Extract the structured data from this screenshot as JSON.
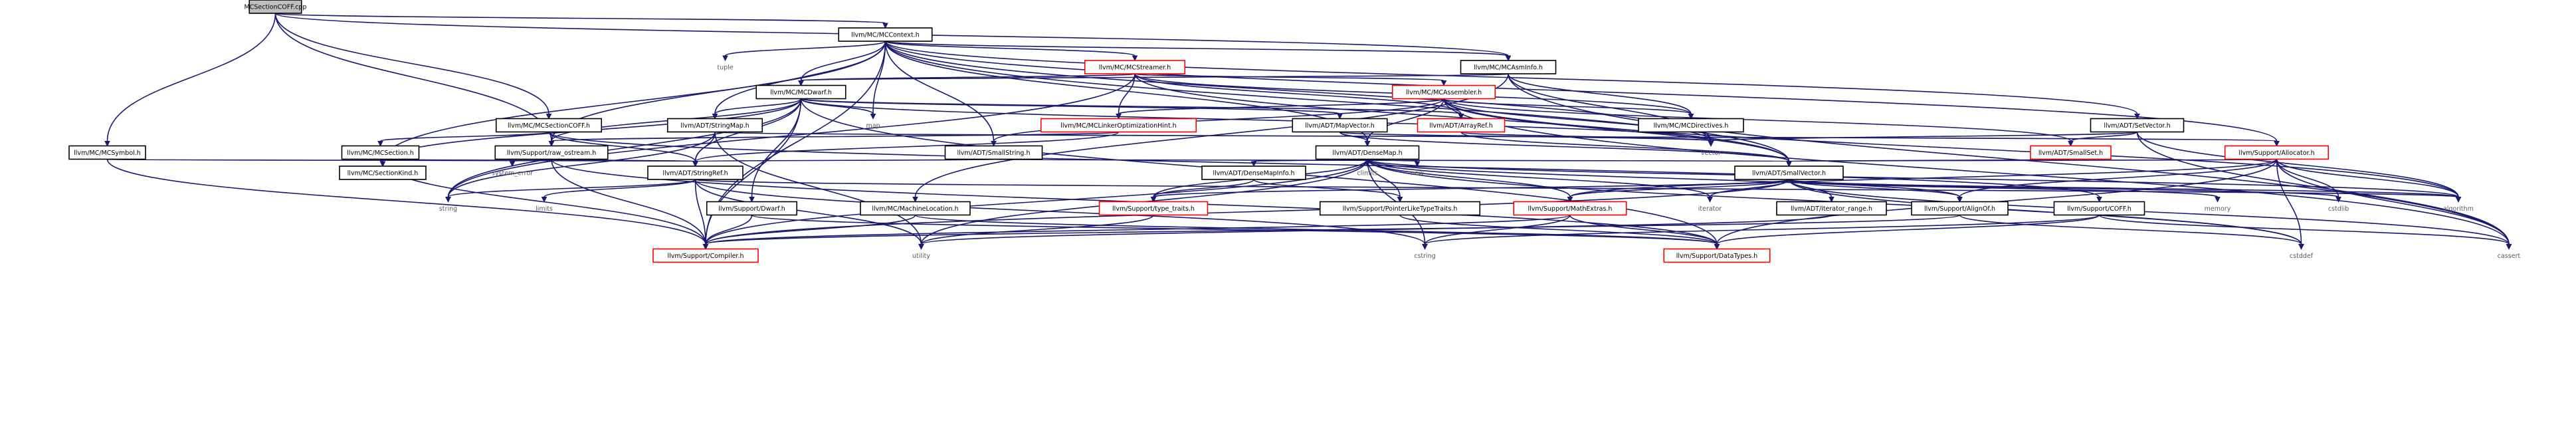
{
  "root": "MCSectionCOFF.cpp",
  "nodes": [
    {
      "id": "cpp",
      "label": "MCSectionCOFF.cpp",
      "style": "root"
    },
    {
      "id": "mccontext",
      "label": "llvm/MC/MCContext.h",
      "style": "plain"
    },
    {
      "id": "tuple",
      "label": "tuple",
      "style": "sys"
    },
    {
      "id": "mcstreamer",
      "label": "llvm/MC/MCStreamer.h",
      "style": "red"
    },
    {
      "id": "mcasminfo",
      "label": "llvm/MC/MCAsmInfo.h",
      "style": "plain"
    },
    {
      "id": "mcdwarf",
      "label": "llvm/MC/MCDwarf.h",
      "style": "plain"
    },
    {
      "id": "map",
      "label": "map",
      "style": "sys"
    },
    {
      "id": "mcassembler",
      "label": "llvm/MC/MCAssembler.h",
      "style": "red"
    },
    {
      "id": "mcsymbol",
      "label": "llvm/MC/MCSymbol.h",
      "style": "plain"
    },
    {
      "id": "mcsectioncoff",
      "label": "llvm/MC/MCSectionCOFF.h",
      "style": "plain"
    },
    {
      "id": "stringmap",
      "label": "llvm/ADT/StringMap.h",
      "style": "plain"
    },
    {
      "id": "mclinkeropt",
      "label": "llvm/MC/MCLinkerOptimizationHint.h",
      "style": "red"
    },
    {
      "id": "mapvector",
      "label": "llvm/ADT/MapVector.h",
      "style": "plain"
    },
    {
      "id": "arrayref",
      "label": "llvm/ADT/ArrayRef.h",
      "style": "red"
    },
    {
      "id": "mcdirectives",
      "label": "llvm/MC/MCDirectives.h",
      "style": "plain"
    },
    {
      "id": "setvector",
      "label": "llvm/ADT/SetVector.h",
      "style": "plain"
    },
    {
      "id": "mcsection",
      "label": "llvm/MC/MCSection.h",
      "style": "plain"
    },
    {
      "id": "rawostream",
      "label": "llvm/Support/raw_ostream.h",
      "style": "plain"
    },
    {
      "id": "smallstring",
      "label": "llvm/ADT/SmallString.h",
      "style": "plain"
    },
    {
      "id": "densemap",
      "label": "llvm/ADT/DenseMap.h",
      "style": "plain"
    },
    {
      "id": "vector",
      "label": "vector",
      "style": "sys"
    },
    {
      "id": "smallset",
      "label": "llvm/ADT/SmallSet.h",
      "style": "red"
    },
    {
      "id": "allocator",
      "label": "llvm/Support/Allocator.h",
      "style": "red"
    },
    {
      "id": "mcsectionkind",
      "label": "llvm/MC/SectionKind.h",
      "style": "plain"
    },
    {
      "id": "systemerror",
      "label": "system_error",
      "style": "sys"
    },
    {
      "id": "stringref",
      "label": "llvm/ADT/StringRef.h",
      "style": "plain"
    },
    {
      "id": "climits",
      "label": "climits",
      "style": "sys"
    },
    {
      "id": "new",
      "label": "new",
      "style": "sys"
    },
    {
      "id": "densemapinfo",
      "label": "llvm/ADT/DenseMapInfo.h",
      "style": "plain"
    },
    {
      "id": "smallvector",
      "label": "llvm/ADT/SmallVector.h",
      "style": "plain"
    },
    {
      "id": "string",
      "label": "string",
      "style": "sys"
    },
    {
      "id": "limits",
      "label": "limits",
      "style": "sys"
    },
    {
      "id": "dwarf",
      "label": "llvm/Support/Dwarf.h",
      "style": "plain"
    },
    {
      "id": "mcmachineloc",
      "label": "llvm/MC/MachineLocation.h",
      "style": "plain"
    },
    {
      "id": "typetraits",
      "label": "llvm/Support/type_traits.h",
      "style": "red"
    },
    {
      "id": "pointerlike",
      "label": "llvm/Support/PointerLikeTypeTraits.h",
      "style": "plain"
    },
    {
      "id": "mathextras",
      "label": "llvm/Support/MathExtras.h",
      "style": "red"
    },
    {
      "id": "iterator",
      "label": "iterator",
      "style": "sys"
    },
    {
      "id": "iteratorrange",
      "label": "llvm/ADT/iterator_range.h",
      "style": "plain"
    },
    {
      "id": "alignof",
      "label": "llvm/Support/AlignOf.h",
      "style": "plain"
    },
    {
      "id": "coff",
      "label": "llvm/Support/COFF.h",
      "style": "plain"
    },
    {
      "id": "memory",
      "label": "memory",
      "style": "sys"
    },
    {
      "id": "cstdlib",
      "label": "cstdlib",
      "style": "sys"
    },
    {
      "id": "algorithm",
      "label": "algorithm",
      "style": "sys"
    },
    {
      "id": "compiler",
      "label": "llvm/Support/Compiler.h",
      "style": "red"
    },
    {
      "id": "utility",
      "label": "utility",
      "style": "sys"
    },
    {
      "id": "cstring",
      "label": "cstring",
      "style": "sys"
    },
    {
      "id": "datatypes",
      "label": "llvm/Support/DataTypes.h",
      "style": "red"
    },
    {
      "id": "cstddef",
      "label": "cstddef",
      "style": "sys"
    },
    {
      "id": "cassert",
      "label": "cassert",
      "style": "sys"
    }
  ],
  "edges": [
    [
      "cpp",
      "mccontext"
    ],
    [
      "cpp",
      "mcasminfo"
    ],
    [
      "cpp",
      "mcsymbol"
    ],
    [
      "cpp",
      "mcsectioncoff"
    ],
    [
      "cpp",
      "rawostream"
    ],
    [
      "mccontext",
      "tuple"
    ],
    [
      "mccontext",
      "mcstreamer"
    ],
    [
      "mccontext",
      "mcasminfo"
    ],
    [
      "mccontext",
      "mcdwarf"
    ],
    [
      "mccontext",
      "map"
    ],
    [
      "mccontext",
      "stringmap"
    ],
    [
      "mccontext",
      "smallstring"
    ],
    [
      "mccontext",
      "densemap"
    ],
    [
      "mccontext",
      "setvector"
    ],
    [
      "mccontext",
      "vector"
    ],
    [
      "mccontext",
      "smallvector"
    ],
    [
      "mccontext",
      "mcsectionkind"
    ],
    [
      "mccontext",
      "compiler"
    ],
    [
      "mccontext",
      "rawostream"
    ],
    [
      "mccontext",
      "allocator"
    ],
    [
      "mcstreamer",
      "mcdwarf"
    ],
    [
      "mcstreamer",
      "mcassembler"
    ],
    [
      "mcstreamer",
      "mclinkeropt"
    ],
    [
      "mcstreamer",
      "mcdirectives"
    ],
    [
      "mcstreamer",
      "arrayref"
    ],
    [
      "mcstreamer",
      "smallvector"
    ],
    [
      "mcstreamer",
      "string"
    ],
    [
      "mcasminfo",
      "mcdwarf"
    ],
    [
      "mcasminfo",
      "mcdirectives"
    ],
    [
      "mcasminfo",
      "mcmachineloc"
    ],
    [
      "mcasminfo",
      "vector"
    ],
    [
      "mcasminfo",
      "cassert"
    ],
    [
      "mcdwarf",
      "map"
    ],
    [
      "mcdwarf",
      "stringmap"
    ],
    [
      "mcdwarf",
      "mapvector"
    ],
    [
      "mcdwarf",
      "arrayref"
    ],
    [
      "mcdwarf",
      "rawostream"
    ],
    [
      "mcdwarf",
      "stringref"
    ],
    [
      "mcdwarf",
      "vector"
    ],
    [
      "mcdwarf",
      "string"
    ],
    [
      "mcdwarf",
      "dwarf"
    ],
    [
      "mcdwarf",
      "compiler"
    ],
    [
      "mcdwarf",
      "datatypes"
    ],
    [
      "mcdwarf",
      "mcsectionkind"
    ],
    [
      "mcassembler",
      "mcdirectives"
    ],
    [
      "mcassembler",
      "mclinkeropt"
    ],
    [
      "mcassembler",
      "densemap"
    ],
    [
      "mcassembler",
      "smallstring"
    ],
    [
      "mcassembler",
      "vector"
    ],
    [
      "mcassembler",
      "smallvector"
    ],
    [
      "mcassembler",
      "algorithm"
    ],
    [
      "mcassembler",
      "cassert"
    ],
    [
      "mcassembler",
      "smallset"
    ],
    [
      "mcsymbol",
      "stringref"
    ],
    [
      "mcsymbol",
      "compiler"
    ],
    [
      "mcsectioncoff",
      "mcsection"
    ],
    [
      "mcsectioncoff",
      "stringref"
    ],
    [
      "mcsectioncoff",
      "coff"
    ],
    [
      "stringmap",
      "stringref"
    ],
    [
      "stringmap",
      "allocator"
    ],
    [
      "stringmap",
      "string"
    ],
    [
      "stringmap",
      "utility"
    ],
    [
      "mclinkeropt",
      "stringref"
    ],
    [
      "mclinkeropt",
      "rawostream"
    ],
    [
      "mapvector",
      "densemap"
    ],
    [
      "mapvector",
      "vector"
    ],
    [
      "mapvector",
      "smallvector"
    ],
    [
      "arrayref",
      "smallvector"
    ],
    [
      "arrayref",
      "vector"
    ],
    [
      "setvector",
      "smallset"
    ],
    [
      "setvector",
      "vector"
    ],
    [
      "setvector",
      "algorithm"
    ],
    [
      "setvector",
      "cassert"
    ],
    [
      "mcsection",
      "mcsectionkind"
    ],
    [
      "mcsection",
      "stringref"
    ],
    [
      "mcsection",
      "compiler"
    ],
    [
      "rawostream",
      "stringref"
    ],
    [
      "rawostream",
      "systemerror"
    ],
    [
      "rawostream",
      "compiler"
    ],
    [
      "rawostream",
      "datatypes"
    ],
    [
      "smallstring",
      "stringref"
    ],
    [
      "smallstring",
      "smallvector"
    ],
    [
      "densemap",
      "climits"
    ],
    [
      "densemap",
      "new"
    ],
    [
      "densemap",
      "densemapinfo"
    ],
    [
      "densemap",
      "typetraits"
    ],
    [
      "densemap",
      "mathextras"
    ],
    [
      "densemap",
      "pointerlike"
    ],
    [
      "densemap",
      "iterator"
    ],
    [
      "densemap",
      "alignof"
    ],
    [
      "densemap",
      "algorithm"
    ],
    [
      "densemap",
      "cstddef"
    ],
    [
      "densemap",
      "utility"
    ],
    [
      "densemap",
      "cstring"
    ],
    [
      "densemap",
      "compiler"
    ],
    [
      "smallset",
      "smallvector"
    ],
    [
      "allocator",
      "smallvector"
    ],
    [
      "allocator",
      "alignof"
    ],
    [
      "allocator",
      "mathextras"
    ],
    [
      "allocator",
      "cstdlib"
    ],
    [
      "allocator",
      "algorithm"
    ],
    [
      "allocator",
      "cstddef"
    ],
    [
      "allocator",
      "datatypes"
    ],
    [
      "allocator",
      "cassert"
    ],
    [
      "stringref",
      "string"
    ],
    [
      "stringref",
      "limits"
    ],
    [
      "stringref",
      "utility"
    ],
    [
      "stringref",
      "cstring"
    ],
    [
      "stringref",
      "algorithm"
    ],
    [
      "stringref",
      "compiler"
    ],
    [
      "densemapinfo",
      "pointerlike"
    ],
    [
      "densemapinfo",
      "typetraits"
    ],
    [
      "smallvector",
      "iteratorrange"
    ],
    [
      "smallvector",
      "alignof"
    ],
    [
      "smallvector",
      "mathextras"
    ],
    [
      "smallvector",
      "typetraits"
    ],
    [
      "smallvector",
      "iterator"
    ],
    [
      "smallvector",
      "memory"
    ],
    [
      "smallvector",
      "cstdlib"
    ],
    [
      "smallvector",
      "algorithm"
    ],
    [
      "smallvector",
      "cstddef"
    ],
    [
      "smallvector",
      "cassert"
    ],
    [
      "smallvector",
      "compiler"
    ],
    [
      "dwarf",
      "compiler"
    ],
    [
      "dwarf",
      "datatypes"
    ],
    [
      "mcmachineloc",
      "compiler"
    ],
    [
      "mcmachineloc",
      "datatypes"
    ],
    [
      "typetraits",
      "utility"
    ],
    [
      "pointerlike",
      "datatypes"
    ],
    [
      "mathextras",
      "compiler"
    ],
    [
      "mathextras",
      "datatypes"
    ],
    [
      "mathextras",
      "cstring"
    ],
    [
      "iteratorrange",
      "utility"
    ],
    [
      "alignof",
      "compiler"
    ],
    [
      "alignof",
      "cstddef"
    ],
    [
      "coff",
      "datatypes"
    ],
    [
      "coff",
      "cassert"
    ],
    [
      "coff",
      "cstring"
    ]
  ]
}
